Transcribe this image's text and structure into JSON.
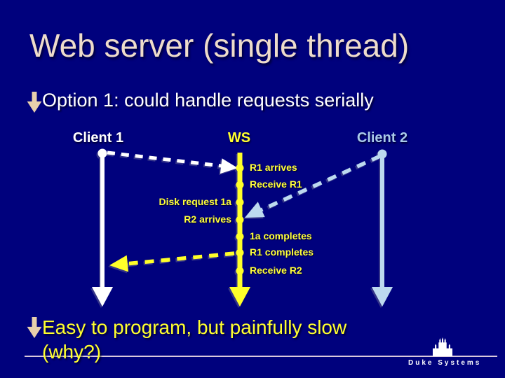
{
  "slide": {
    "title": "Web server (single thread)",
    "bullets": [
      {
        "text": "Option 1: could handle requests serially"
      },
      {
        "text": "Easy to program, but painfully slow",
        "text2": "(why?)"
      }
    ]
  },
  "diagram": {
    "lanes": [
      {
        "label": "Client 1",
        "color": "#ffffff"
      },
      {
        "label": "WS",
        "color": "#ffff2e"
      },
      {
        "label": "Client 2",
        "color": "#a9cae9"
      }
    ],
    "events": [
      {
        "label": "R1 arrives",
        "side": "right"
      },
      {
        "label": "Receive R1",
        "side": "right"
      },
      {
        "label": "Disk request 1a",
        "side": "left"
      },
      {
        "label": "R2 arrives",
        "side": "left"
      },
      {
        "label": "1a completes",
        "side": "right"
      },
      {
        "label": "R1 completes",
        "side": "right"
      },
      {
        "label": "Receive R2",
        "side": "right"
      }
    ]
  },
  "footer": {
    "brand": "Duke Systems"
  },
  "icons": {
    "bullet": "down-arrow-icon",
    "logo": "duke-chapel-icon"
  },
  "colors": {
    "background": "#00017d",
    "title_text": "#eedccb",
    "bullet1_text": "#ffffff",
    "yellow": "#ffff2e",
    "client2_blue": "#a9cae9",
    "pale_blue": "#bcd9ef",
    "white": "#ffffff",
    "divider_line": "#d9c9dc",
    "bullet_arrow": "#e8cfac"
  }
}
